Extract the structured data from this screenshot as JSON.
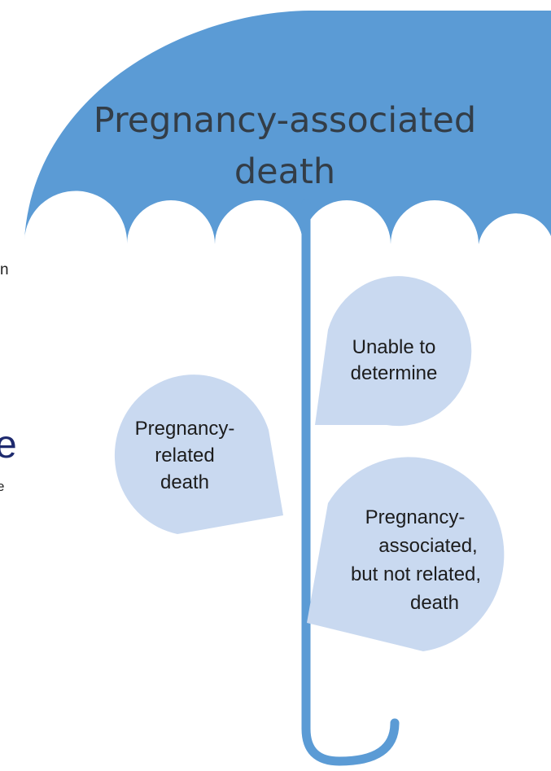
{
  "colors": {
    "umbrella": "#5b9bd5",
    "drop": "#c9d9f0",
    "canopy_text": "#333d47",
    "drop_text": "#1c1c1c"
  },
  "umbrella": {
    "title_line1": "Pregnancy-associated",
    "title_line2": "death"
  },
  "drops": {
    "unable": {
      "line1": "Unable to",
      "line2": "determine"
    },
    "related": {
      "line1": "Pregnancy-",
      "line2": "related",
      "line3": "death"
    },
    "not_related": {
      "line1": "Pregnancy-",
      "line2": "associated,",
      "line3": "but not related,",
      "line4": "death"
    }
  },
  "cropped_fragments": {
    "frag1": "n",
    "frag2": "e",
    "frag3": "e"
  }
}
